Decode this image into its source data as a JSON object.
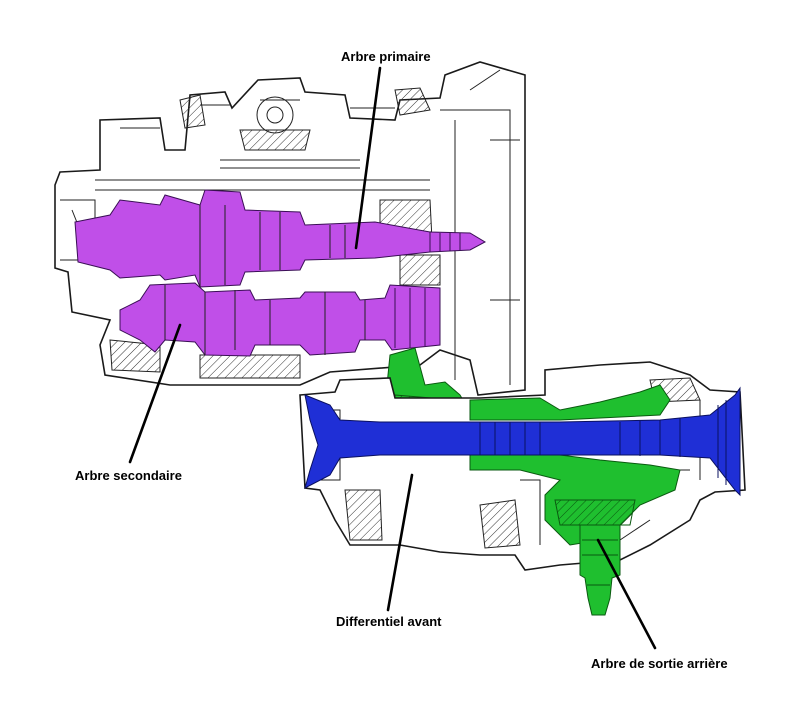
{
  "labels": {
    "primary_shaft": "Arbre primaire",
    "secondary_shaft": "Arbre secondaire",
    "front_differential": "Differentiel avant",
    "rear_output_shaft": "Arbre de sortie arrière"
  },
  "colors": {
    "primary_shaft": "#c04fe8",
    "secondary_shaft": "#c04fe8",
    "front_differential": "#1fbf2f",
    "drive_shaft": "#1f2fd6",
    "outline": "#1a1a1a",
    "background": "#ffffff"
  }
}
